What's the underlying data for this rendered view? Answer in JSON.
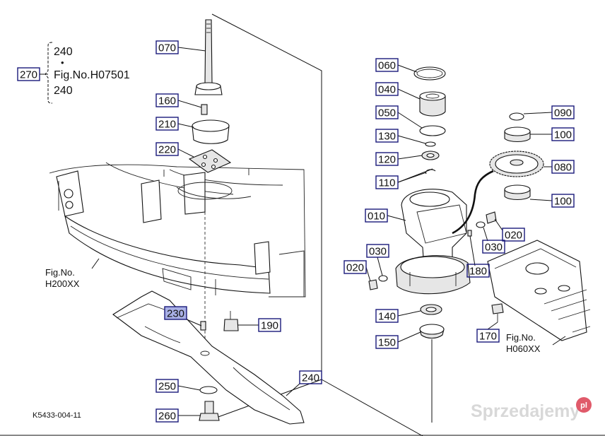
{
  "figure_code": "K5433-004-11",
  "watermark": {
    "brand": "Sprzedajemy",
    "tld": "pl"
  },
  "callouts": [
    {
      "id": "070",
      "text": "070",
      "highlight": false
    },
    {
      "id": "160",
      "text": "160",
      "highlight": false
    },
    {
      "id": "210",
      "text": "210",
      "highlight": false
    },
    {
      "id": "220",
      "text": "220",
      "highlight": false
    },
    {
      "id": "230",
      "text": "230",
      "highlight": true
    },
    {
      "id": "190",
      "text": "190",
      "highlight": false
    },
    {
      "id": "250",
      "text": "250",
      "highlight": false
    },
    {
      "id": "260",
      "text": "260",
      "highlight": false
    },
    {
      "id": "240b",
      "text": "240",
      "highlight": false
    },
    {
      "id": "060",
      "text": "060",
      "highlight": false
    },
    {
      "id": "040",
      "text": "040",
      "highlight": false
    },
    {
      "id": "050",
      "text": "050",
      "highlight": false
    },
    {
      "id": "130",
      "text": "130",
      "highlight": false
    },
    {
      "id": "120",
      "text": "120",
      "highlight": false
    },
    {
      "id": "110",
      "text": "110",
      "highlight": false
    },
    {
      "id": "010",
      "text": "010",
      "highlight": false
    },
    {
      "id": "030a",
      "text": "030",
      "highlight": false
    },
    {
      "id": "020a",
      "text": "020",
      "highlight": false
    },
    {
      "id": "140",
      "text": "140",
      "highlight": false
    },
    {
      "id": "150",
      "text": "150",
      "highlight": false
    },
    {
      "id": "090",
      "text": "090",
      "highlight": false
    },
    {
      "id": "100a",
      "text": "100",
      "highlight": false
    },
    {
      "id": "080",
      "text": "080",
      "highlight": false
    },
    {
      "id": "100b",
      "text": "100",
      "highlight": false
    },
    {
      "id": "020b",
      "text": "020",
      "highlight": false
    },
    {
      "id": "030b",
      "text": "030",
      "highlight": false
    },
    {
      "id": "180",
      "text": "180",
      "highlight": false
    },
    {
      "id": "170",
      "text": "170",
      "highlight": false
    },
    {
      "id": "270",
      "text": "270",
      "highlight": false
    }
  ],
  "bracket_270": {
    "top": "240",
    "dot": "•",
    "middle": "Fig.No.H07501",
    "bottom": "240"
  },
  "fig_refs": [
    {
      "id": "h200",
      "line1": "Fig.No.",
      "line2": "H200XX"
    },
    {
      "id": "h060",
      "line1": "Fig.No.",
      "line2": "H060XX"
    }
  ]
}
